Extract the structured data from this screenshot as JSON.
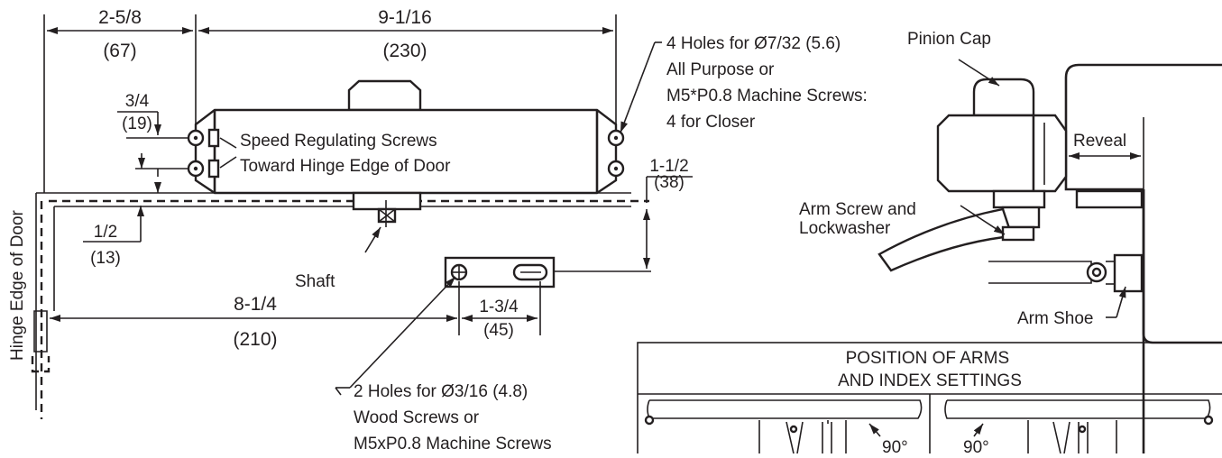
{
  "dims": {
    "d_258": "2-5/8",
    "d_67": "(67)",
    "d_9116": "9-1/16",
    "d_230": "(230)",
    "d_34": "3/4",
    "d_19": "(19)",
    "d_112": "1-1/2",
    "d_38": "(38)",
    "d_12": "1/2",
    "d_13": "(13)",
    "d_814": "8-1/4",
    "d_210": "(210)",
    "d_134": "1-3/4",
    "d_45": "(45)"
  },
  "notes": {
    "holes4": [
      "4 Holes for Ø7/32 (5.6)",
      "All Purpose or",
      "M5*P0.8 Machine Screws:",
      "4 for Closer"
    ],
    "speed": [
      "Speed Regulating Screws",
      "Toward Hinge Edge of Door"
    ],
    "shaft": "Shaft",
    "hinge_edge": "Hinge Edge of Door",
    "holes2": [
      "2 Holes for Ø3/16 (4.8)",
      "Wood Screws or",
      "M5xP0.8 Machine Screws"
    ]
  },
  "side_view": {
    "pinion_cap": "Pinion Cap",
    "reveal": "Reveal",
    "arm_screw": [
      "Arm Screw and",
      "Lockwasher"
    ],
    "arm_shoe": "Arm Shoe"
  },
  "position_table": {
    "title": [
      "POSITION OF ARMS",
      "AND INDEX SETTINGS"
    ],
    "angle_left": "90°",
    "angle_right": "90°"
  }
}
